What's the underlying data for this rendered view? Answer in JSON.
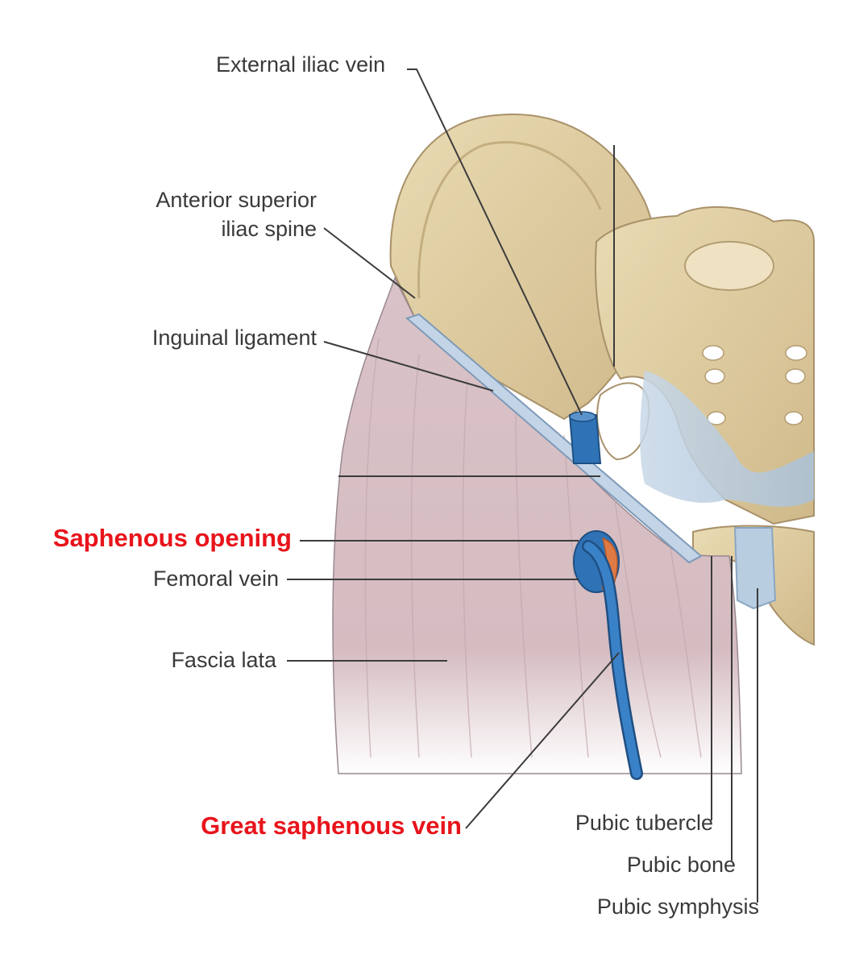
{
  "labels": {
    "external_iliac_vein": "External iliac vein",
    "asis_line1": "Anterior superior",
    "asis_line2": "iliac spine",
    "inguinal_ligament": "Inguinal ligament",
    "saphenous_opening": "Saphenous opening",
    "femoral_vein": "Femoral vein",
    "fascia_lata": "Fascia lata",
    "great_saphenous_vein": "Great saphenous vein",
    "pubic_tubercle": "Pubic tubercle",
    "pubic_bone": "Pubic bone",
    "pubic_symphysis": "Pubic symphysis"
  },
  "colors": {
    "bone": "#e3d2a6",
    "bone_shadow": "#c9b484",
    "fascia": "#d7bfc4",
    "vein": "#2f73b6",
    "ligament": "#b9cde0",
    "highlight_label": "#e8141b",
    "label": "#3a3a3a"
  }
}
